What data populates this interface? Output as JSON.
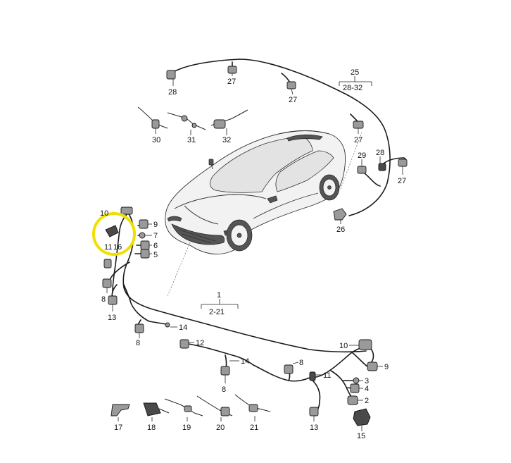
{
  "highlight_color": "#f0e000",
  "labels": {
    "l28a": "28",
    "l27a": "27",
    "l27b": "27",
    "l25": "25",
    "l25r": "28-32",
    "l30": "30",
    "l31": "31",
    "l32": "32",
    "l27c": "27",
    "l29": "29",
    "l28b": "28",
    "l27d": "27",
    "l26": "26",
    "l10a": "10",
    "l9a": "9",
    "l7": "7",
    "l6a": "6",
    "l5": "5",
    "l11a": "11",
    "l16": "16",
    "l8a": "8",
    "l13a": "13",
    "l1": "1",
    "l1r": "2-21",
    "l14a": "14",
    "l8b": "8",
    "l12": "12",
    "l14b": "14",
    "l8c": "8",
    "l8d": "8",
    "l10b": "10",
    "l9b": "9",
    "l11b": "11",
    "l3": "3",
    "l4": "4",
    "l2": "2",
    "l13b": "13",
    "l15": "15",
    "l17": "17",
    "l18": "18",
    "l19": "19",
    "l20": "20",
    "l21": "21"
  }
}
